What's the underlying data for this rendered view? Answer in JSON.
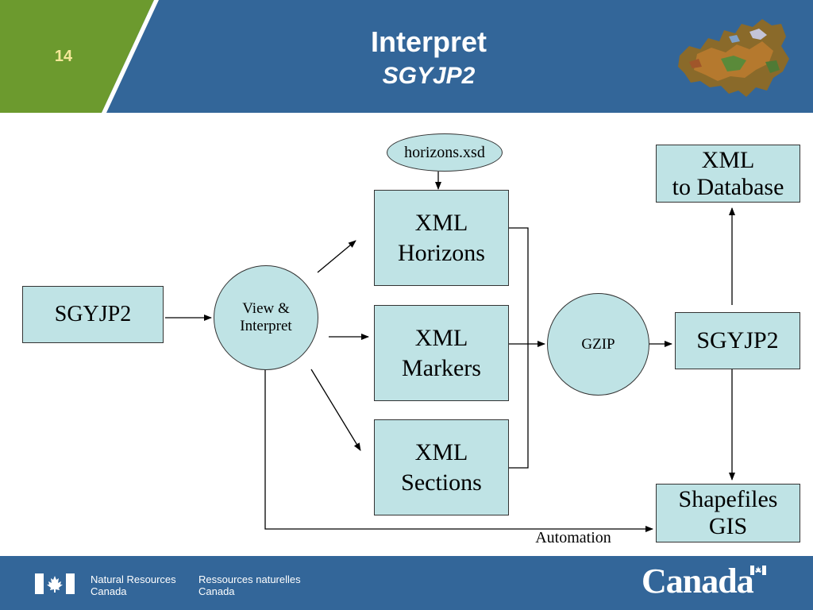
{
  "header": {
    "slide_number": "14",
    "title": "Interpret",
    "subtitle": "SGYJP2",
    "colors": {
      "blue": "#336699",
      "green": "#6c9a2e",
      "number": "#f5e89a"
    }
  },
  "diagram": {
    "input_box": "SGYJP2",
    "view_interpret": [
      "View &",
      "Interpret"
    ],
    "schema": "horizons.xsd",
    "xml_horizons": [
      "XML",
      "Horizons"
    ],
    "xml_markers": [
      "XML",
      "Markers"
    ],
    "xml_sections": [
      "XML",
      "Sections"
    ],
    "gzip": "GZIP",
    "output_box": "SGYJP2",
    "xml_database": [
      "XML",
      "to Database"
    ],
    "shapefiles": [
      "Shapefiles",
      "GIS"
    ],
    "automation_label": "Automation",
    "fill_color": "#bfe3e5"
  },
  "footer": {
    "department_en": [
      "Natural Resources",
      "Canada"
    ],
    "department_fr": [
      "Ressources naturelles",
      "Canada"
    ],
    "wordmark": "Canada"
  },
  "icons": {
    "map": "canada-map-icon",
    "flag": "canada-flag-icon"
  }
}
